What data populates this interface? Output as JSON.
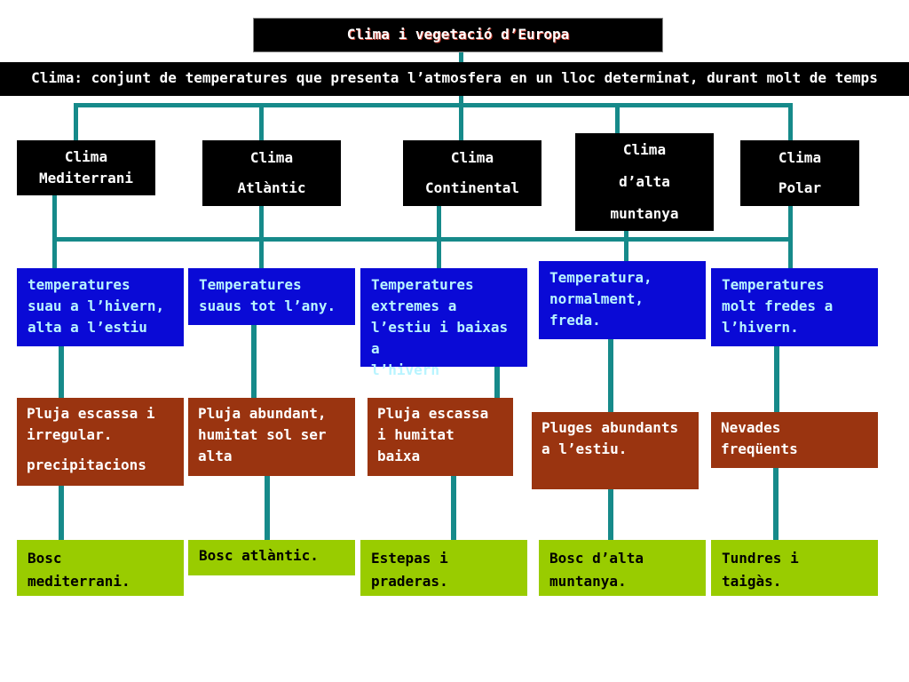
{
  "title": "Clima i vegetació d’Europa",
  "definition": "Clima: conjunt de temperatures que presenta l’atmosfera en un lloc determinat, durant molt de temps",
  "colors": {
    "connector": "#168a8a",
    "header": "#000000",
    "temperature": "#0a0ad6",
    "temperature_text": "#b8f4ff",
    "precipitation": "#9a3410",
    "vegetation": "#99cc00"
  },
  "climates": [
    {
      "name": [
        "Clima",
        "Mediterrani"
      ],
      "temperature": [
        "temperatures",
        "suau a l’hivern,",
        "alta a l’estiu"
      ],
      "precipitation": [
        "Pluja escassa i",
        "irregular.",
        "precipitacions"
      ],
      "vegetation": [
        "Bosc",
        "mediterrani."
      ]
    },
    {
      "name": [
        "Clima",
        "Atlàntic"
      ],
      "temperature": [
        "Temperatures",
        "suaus tot l’any."
      ],
      "precipitation": [
        "Pluja abundant,",
        "humitat sol ser",
        "alta"
      ],
      "vegetation": [
        "Bosc atlàntic."
      ]
    },
    {
      "name": [
        "Clima",
        "Continental"
      ],
      "temperature": [
        "Temperatures",
        "extremes a",
        "l’estiu i baixas a",
        "l’hivern"
      ],
      "precipitation": [
        "Pluja escassa",
        "i humitat",
        "baixa"
      ],
      "vegetation": [
        "Estepas i",
        "praderas."
      ]
    },
    {
      "name": [
        "Clima",
        "d’alta",
        "muntanya"
      ],
      "temperature": [
        "Temperatura,",
        "normalment,",
        "freda."
      ],
      "precipitation": [
        "Pluges abundants",
        "a l’estiu."
      ],
      "vegetation": [
        "Bosc d’alta",
        "muntanya."
      ]
    },
    {
      "name": [
        "Clima",
        "Polar"
      ],
      "temperature": [
        "Temperatures",
        "molt fredes a",
        "l’hivern."
      ],
      "precipitation": [
        "Nevades",
        "freqüents"
      ],
      "vegetation": [
        "Tundres i",
        "taigàs."
      ]
    }
  ]
}
